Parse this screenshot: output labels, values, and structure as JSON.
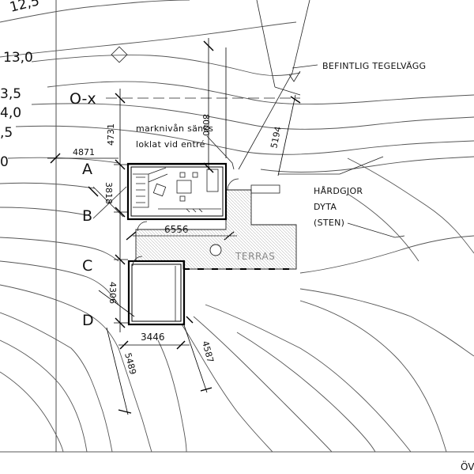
{
  "contour_labels": [
    "12,5",
    "13,0",
    "3,5",
    "4,0",
    ",5",
    "0"
  ],
  "grid_axes": [
    "O-x",
    "A",
    "B",
    "C",
    "D"
  ],
  "notes": {
    "existing_brick_wall": "BEFINTLIG TEGELVÄGG",
    "ground_lowered_line1": "marknivån sänks",
    "ground_lowered_line2": "loklat vid entré",
    "hard_surface_line1": "HÅRDGJOR",
    "hard_surface_line2": "DYTA",
    "hard_surface_line3": "(STEN)",
    "terrace": "TERRAS",
    "corner_text": "ÖV"
  },
  "dimensions": {
    "d4871": "4871",
    "d4731": "4731",
    "d8000": "8000",
    "d5194": "5194",
    "d3818": "3818",
    "d6556": "6556",
    "d4306": "4306",
    "d3446": "3446",
    "d5489": "5489",
    "d4587": "4587"
  },
  "colors": {
    "line": "#000000",
    "contour": "#555555",
    "terrace_hatch": "#bbbbbb",
    "background": "#ffffff"
  }
}
